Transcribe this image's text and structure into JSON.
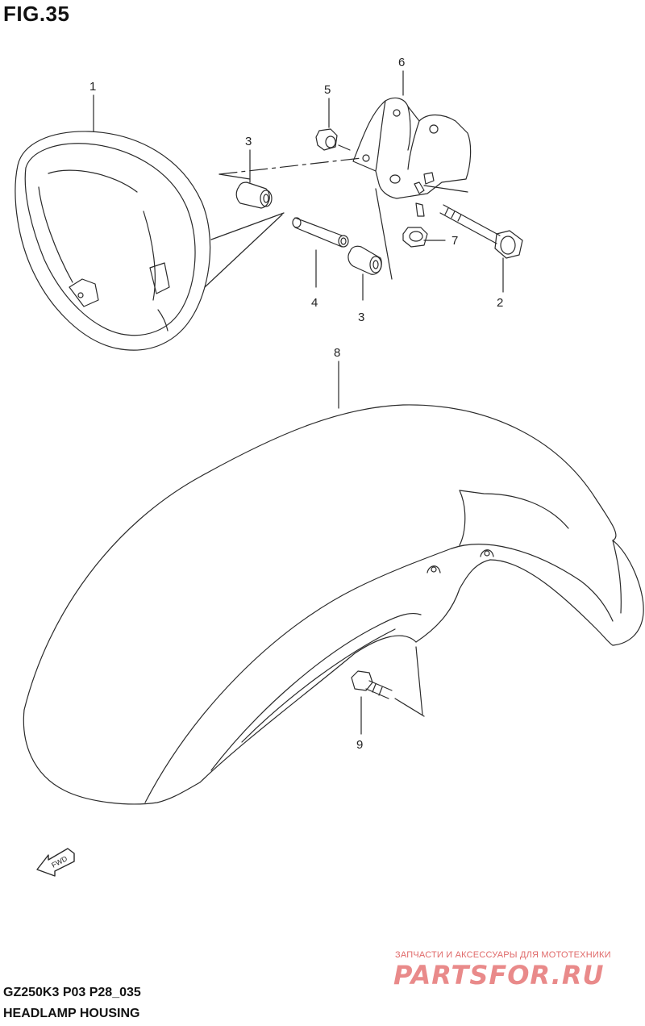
{
  "figure": {
    "title": "FIG.35",
    "model_code": "GZ250K3 P03 P28_035",
    "assembly_name": "HEADLAMP HOUSING"
  },
  "parts": [
    {
      "ref": "1",
      "part": "headlamp-housing"
    },
    {
      "ref": "2",
      "part": "bolt"
    },
    {
      "ref": "3",
      "part": "cushion-upper"
    },
    {
      "ref": "3",
      "part": "cushion-lower"
    },
    {
      "ref": "4",
      "part": "spacer"
    },
    {
      "ref": "5",
      "part": "nut"
    },
    {
      "ref": "6",
      "part": "bracket"
    },
    {
      "ref": "7",
      "part": "nut"
    },
    {
      "ref": "8",
      "part": "front-fender"
    },
    {
      "ref": "9",
      "part": "bolt"
    }
  ],
  "fwd_label": "FWD",
  "watermark": {
    "subtitle": "ЗАПЧАСТИ И АКСЕССУАРЫ ДЛЯ МОТОТЕХНИКИ",
    "brand": "PARTSFOR.RU"
  },
  "colors": {
    "line": "#2a2a2a",
    "watermark": "#e98a8a"
  }
}
